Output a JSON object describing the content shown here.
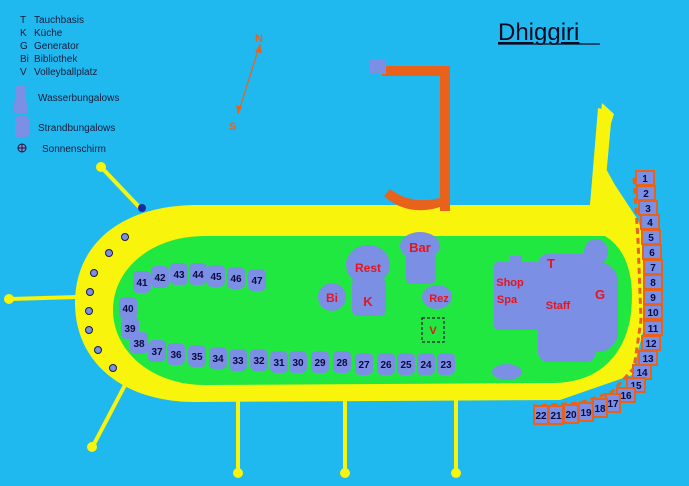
{
  "title": "Dhiggiri",
  "legend": [
    {
      "code": "T",
      "text": "Tauchbasis"
    },
    {
      "code": "K",
      "text": "Küche"
    },
    {
      "code": "G",
      "text": "Generator"
    },
    {
      "code": "Bi",
      "text": "Bibliothek"
    },
    {
      "code": "V",
      "text": "Volleyballplatz"
    }
  ],
  "legend_symbols": [
    {
      "icon": "water-bungalow-icon",
      "text": "Wasserbungalows"
    },
    {
      "icon": "beach-bungalow-icon",
      "text": "Strandbungalows"
    },
    {
      "icon": "parasol-icon",
      "text": "Sonnenschirm"
    }
  ],
  "compass": {
    "north": "N",
    "south": "S"
  },
  "facilities": {
    "bar": "Bar",
    "rest": "Rest",
    "bi": "Bi",
    "k": "K",
    "rez": "Rez",
    "v": "V",
    "t": "T",
    "shop": "Shop",
    "spa": "Spa",
    "staff": "Staff",
    "g": "G"
  },
  "water_bungalows": [
    "1",
    "2",
    "3",
    "4",
    "5",
    "6",
    "7",
    "8",
    "9",
    "10",
    "11",
    "12",
    "13",
    "14",
    "15",
    "16",
    "17",
    "18",
    "19",
    "20",
    "21",
    "22"
  ],
  "beach_bungalows_bottom": [
    "23",
    "24",
    "25",
    "26",
    "27",
    "28",
    "29",
    "30",
    "31",
    "32",
    "33",
    "34",
    "35",
    "36",
    "37",
    "38",
    "39",
    "40"
  ],
  "beach_bungalows_top": [
    "41",
    "42",
    "43",
    "44",
    "45",
    "46",
    "47"
  ],
  "colors": {
    "sea": "#1fb9f0",
    "beach": "#f8f40c",
    "vegetation": "#20e840",
    "building": "#7b8fe4",
    "jetty": "#e8621c",
    "label": "#e8141c"
  }
}
